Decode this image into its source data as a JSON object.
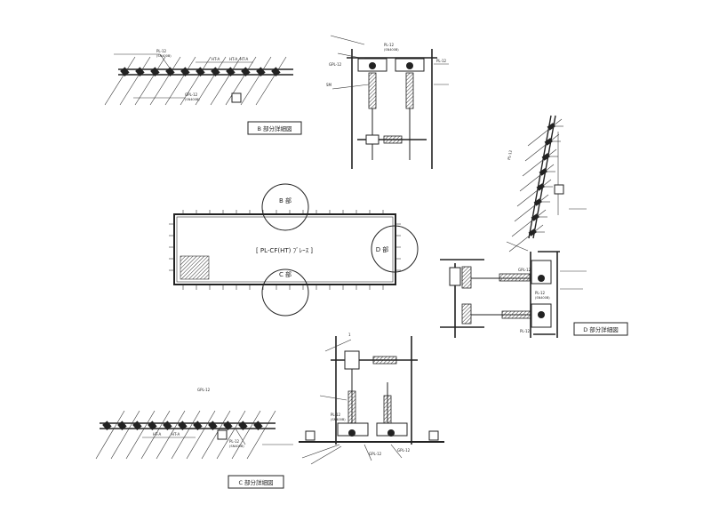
{
  "labels": {
    "main_title": "[ PL-CF(HT) ﾌﾞﾚｰｽ ]",
    "zone_b": "B 部",
    "zone_c": "C 部",
    "zone_d": "D 部",
    "title_b": "B 部分詳細図",
    "title_c": "C 部分詳細図",
    "title_d": "D 部分詳細図"
  },
  "callouts": {
    "pl": "PL-12",
    "pl_sub": "(SN400B)",
    "gpl": "GPL-12",
    "gpl_sub": "(SN400B)",
    "hta": "HT-A",
    "sm": "SM",
    "dim": "1"
  },
  "colors": {
    "ink": "#222222",
    "paper": "#ffffff",
    "hatch": "#333333"
  }
}
